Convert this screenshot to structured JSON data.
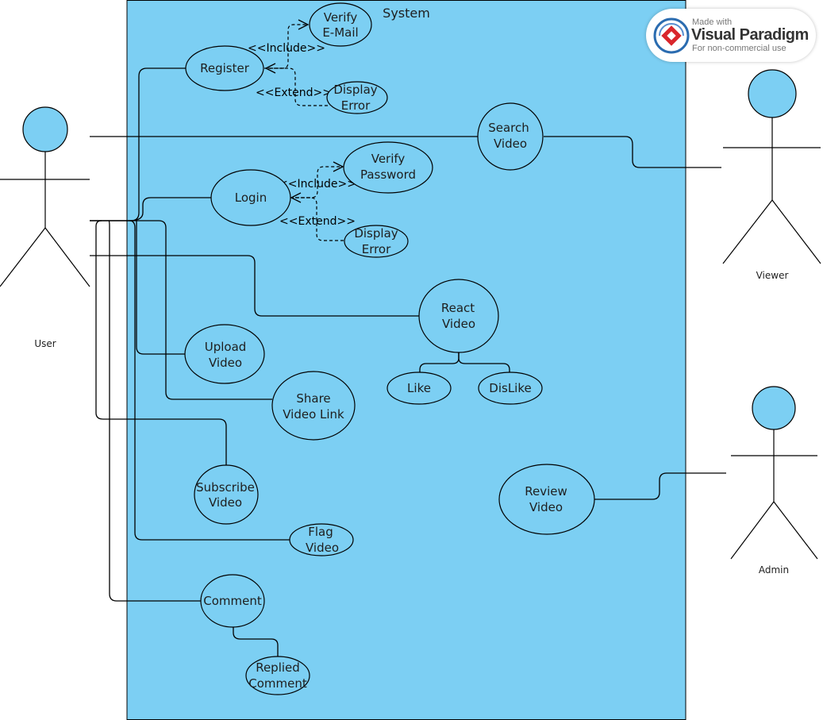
{
  "system": {
    "title": "System"
  },
  "actors": {
    "user": "User",
    "viewer": "Viewer",
    "admin": "Admin"
  },
  "use_cases": {
    "register": [
      "Register"
    ],
    "verify_email": [
      "Verify",
      "E-Mail"
    ],
    "display_error_1": [
      "Display",
      "Error"
    ],
    "search_video": [
      "Search",
      "Video"
    ],
    "login": [
      "Login"
    ],
    "verify_password": [
      "Verify",
      "Password"
    ],
    "display_error_2": [
      "Display",
      "Error"
    ],
    "react_video": [
      "React",
      "Video"
    ],
    "like": [
      "Like"
    ],
    "dislike": [
      "DisLike"
    ],
    "upload_video": [
      "Upload",
      "Video"
    ],
    "share_video_link": [
      "Share",
      "Video Link"
    ],
    "subscribe_video": [
      "Subscribe",
      "Video"
    ],
    "flag_video": [
      "Flag",
      "Video"
    ],
    "review_video": [
      "Review",
      "Video"
    ],
    "comment": [
      "Comment"
    ],
    "replied_comment": [
      "Replied",
      "Comment"
    ]
  },
  "relations": {
    "include_1": "<<Include>>",
    "extend_1": "<<Extend>>",
    "include_2": "<<Include>>",
    "extend_2": "<<Extend>>"
  },
  "watermark": {
    "made_with": "Made with",
    "brand": "Visual Paradigm",
    "note": "For non-commercial use"
  },
  "colors": {
    "fill": "#7ccff3",
    "stroke": "#000000"
  }
}
